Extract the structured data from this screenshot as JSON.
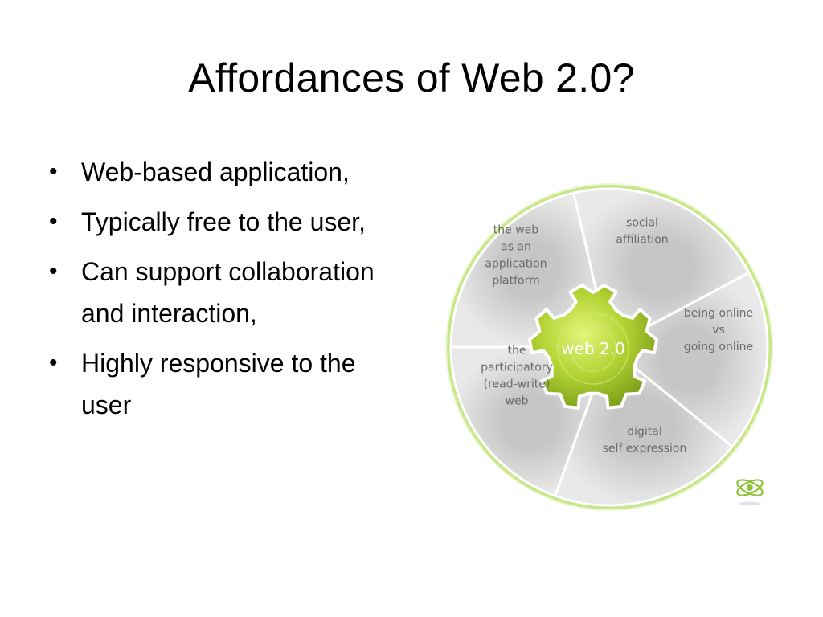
{
  "title": "Affordances of Web 2.0?",
  "bullets": [
    "Web-based application,",
    "Typically free to the user,",
    "Can support collaboration and interaction,",
    "Highly responsive to the user"
  ],
  "diagram": {
    "hub_label": "web 2.0",
    "segments": [
      {
        "lines": [
          "social",
          "affiliation"
        ]
      },
      {
        "lines": [
          "being online",
          "vs",
          "going online"
        ]
      },
      {
        "lines": [
          "digital",
          "self expression"
        ]
      },
      {
        "lines": [
          "the",
          "participatory",
          "(read-write)",
          "web"
        ]
      },
      {
        "lines": [
          "the web",
          "as an",
          "application",
          "platform"
        ]
      }
    ],
    "colors": {
      "segment_fill": "#d4d4d4",
      "segment_stroke": "#ffffff",
      "rim": "#c8e68a",
      "hub": "#b3d334",
      "label": "#6a6a6a"
    }
  }
}
